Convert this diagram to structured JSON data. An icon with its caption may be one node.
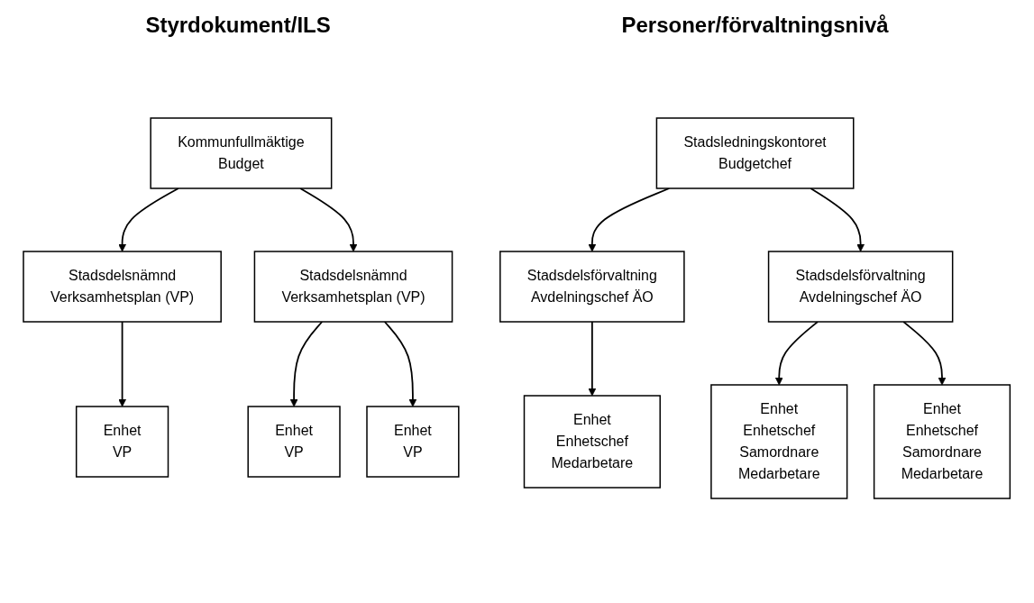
{
  "diagram": {
    "nodes": [
      {
        "text": [
          "Kommunfullmäktige",
          "Budget"
        ]
      },
      {
        "text": [
          "Stadsdelsnämnd",
          "Verksamhetsplan (VP)"
        ]
      },
      {
        "text": [
          "Stadsdelsnämnd",
          "Verksamhetsplan (VP)"
        ]
      },
      {
        "text": [
          "Enhet",
          "VP"
        ]
      },
      {
        "text": [
          "Enhet",
          "VP"
        ]
      },
      {
        "text": [
          "Enhet",
          "VP"
        ]
      },
      {
        "text": [
          "Stadsledningskontoret",
          "Budgetchef"
        ]
      },
      {
        "text": [
          "Stadsdelsförvaltning",
          "Avdelningschef ÄO"
        ]
      },
      {
        "text": [
          "Stadsdelsförvaltning",
          "Avdelningschef ÄO"
        ]
      },
      {
        "text": [
          "Enhet",
          "Enhetschef",
          "Medarbetare"
        ]
      },
      {
        "text": [
          "Enhet",
          "Enhetschef",
          "Samordnare",
          "Medarbetare"
        ]
      },
      {
        "text": [
          "Enhet",
          "Enhetschef",
          "Samordnare",
          "Medarbetare"
        ]
      }
    ],
    "edges": [
      {
        "from": 0,
        "to": 1,
        "arrow": "to"
      },
      {
        "from": 0,
        "to": 2,
        "arrow": "to"
      },
      {
        "from": 1,
        "to": 3,
        "arrow": "to"
      },
      {
        "from": 2,
        "to": 4,
        "arrow": "to"
      },
      {
        "from": 2,
        "to": 5,
        "arrow": "to"
      },
      {
        "from": 6,
        "to": 7,
        "arrow": "to"
      },
      {
        "from": 6,
        "to": 8,
        "arrow": "to"
      },
      {
        "from": 7,
        "to": 9,
        "arrow": "to"
      },
      {
        "from": 8,
        "to": 10,
        "arrow": "to"
      },
      {
        "from": 8,
        "to": 11,
        "arrow": "to"
      }
    ],
    "labels": [
      "Styrdokument/ILS",
      "Personer/förvaltningsnivå"
    ]
  }
}
